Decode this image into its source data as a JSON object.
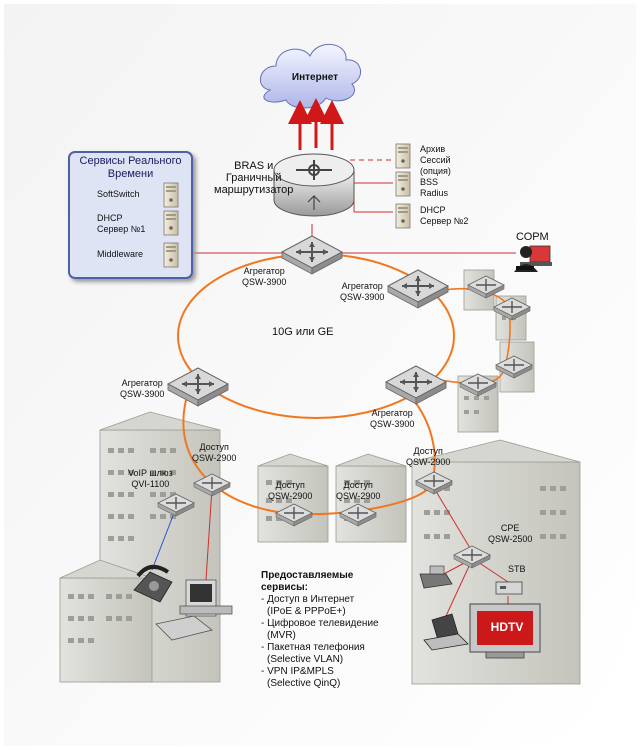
{
  "internet": "Интернет",
  "bras": [
    "BRAS и",
    "Граничный",
    "маршрутизатор"
  ],
  "realtime": {
    "title": [
      "Сервисы Реального",
      "Времени"
    ],
    "softswitch": "SoftSwitch",
    "dhcp1": [
      "DHCP",
      "Сервер №1"
    ],
    "middleware": "Middleware"
  },
  "servers_right": {
    "archive": [
      "Архив",
      "Сессий",
      "(опция)"
    ],
    "bss": [
      "BSS",
      "Radius"
    ],
    "dhcp2": [
      "DHCP",
      "Сервер №2"
    ]
  },
  "sorm": "СОРМ",
  "aggregators": {
    "top": [
      "Агрегатор",
      "QSW-3900"
    ],
    "right_top": [
      "Агрегатор",
      "QSW-3900"
    ],
    "left": [
      "Агрегатор",
      "QSW-3900"
    ],
    "right_bottom": [
      "Агрегатор",
      "QSW-3900"
    ]
  },
  "ring": "10G или GE",
  "access": {
    "left": [
      "Доступ",
      "QSW-2900"
    ],
    "mid1": [
      "Доступ",
      "QSW-2900"
    ],
    "mid2": [
      "Доступ",
      "QSW-2900"
    ],
    "right": [
      "Доступ",
      "QSW-2900"
    ]
  },
  "voip": [
    "VoIP шлюз",
    "QVI-1100"
  ],
  "cpe": [
    "CPE",
    "QSW-2500"
  ],
  "stb": "STB",
  "hdtv": "HDTV",
  "services": {
    "title": [
      "Предоставляемые",
      "сервисы:"
    ],
    "items": [
      [
        "- Доступ в Интернет",
        "(IPoE & PPPoE+)"
      ],
      [
        "- Цифровое телевидение",
        "(MVR)"
      ],
      [
        "- Пакетная телефония",
        "(Selective VLAN)"
      ],
      [
        "- VPN IP&MPLS",
        "(Selective QinQ)"
      ]
    ]
  },
  "colors": {
    "ring": "#f07820",
    "link": "#cc3030",
    "voip_link": "#3050d0",
    "box_border": "#5060a8",
    "box_fill": "#dfe4f5"
  }
}
